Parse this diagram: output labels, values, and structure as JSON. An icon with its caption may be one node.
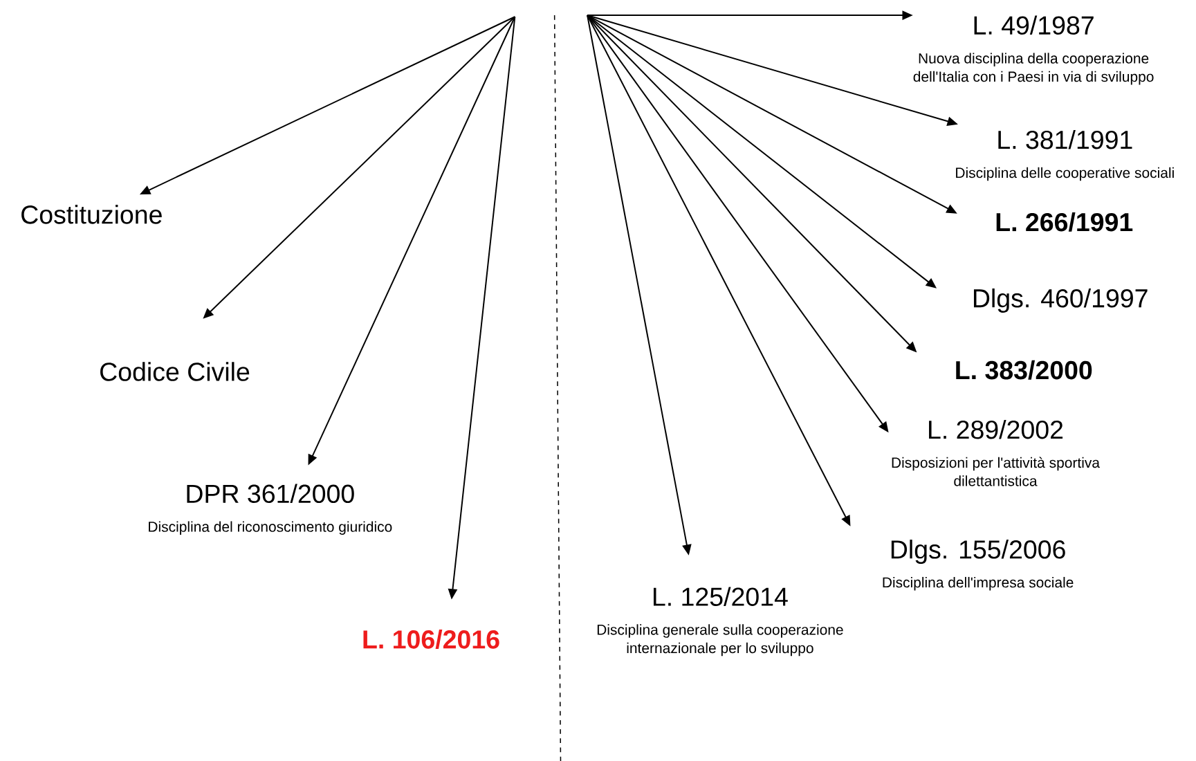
{
  "diagram": {
    "nodes": [
      {
        "text": [
          "Costituzione"
        ]
      },
      {
        "text": [
          "Codice Civile"
        ]
      },
      {
        "text": [
          "DPR 361/2000",
          "Disciplina del riconoscimento giuridico"
        ]
      },
      {
        "text": [
          "L. 106/2016"
        ]
      },
      {
        "text": [
          "L. 49/1987",
          "Nuova disciplina della cooperazione dell'Italia con i Paesi in via di sviluppo"
        ]
      },
      {
        "text": [
          "L. 381/1991",
          "Disciplina delle cooperative sociali"
        ]
      },
      {
        "text": [
          "L. 266/1991"
        ]
      },
      {
        "text": [
          "Dlgs. 460/1997"
        ]
      },
      {
        "text": [
          "L. 383/2000"
        ]
      },
      {
        "text": [
          "L. 289/2002",
          "Disposizioni per l'attività sportiva dilettantistica"
        ]
      },
      {
        "text": [
          "Dlgs. 155/2006",
          "Disciplina dell'impresa sociale"
        ]
      },
      {
        "text": [
          "L. 125/2014",
          "Disciplina generale sulla cooperazione internazionale per lo sviluppo"
        ]
      }
    ],
    "edges": [
      {
        "from": null,
        "to": 0,
        "arrow": "to"
      },
      {
        "from": null,
        "to": 1,
        "arrow": "to"
      },
      {
        "from": null,
        "to": 2,
        "arrow": "to"
      },
      {
        "from": null,
        "to": 3,
        "arrow": "to"
      },
      {
        "from": null,
        "to": 4,
        "arrow": "to"
      },
      {
        "from": null,
        "to": 5,
        "arrow": "to"
      },
      {
        "from": null,
        "to": 6,
        "arrow": "to"
      },
      {
        "from": null,
        "to": 7,
        "arrow": "to"
      },
      {
        "from": null,
        "to": 8,
        "arrow": "to"
      },
      {
        "from": null,
        "to": 9,
        "arrow": "to"
      },
      {
        "from": null,
        "to": 10,
        "arrow": "to"
      },
      {
        "from": null,
        "to": 11,
        "arrow": "to"
      }
    ]
  }
}
